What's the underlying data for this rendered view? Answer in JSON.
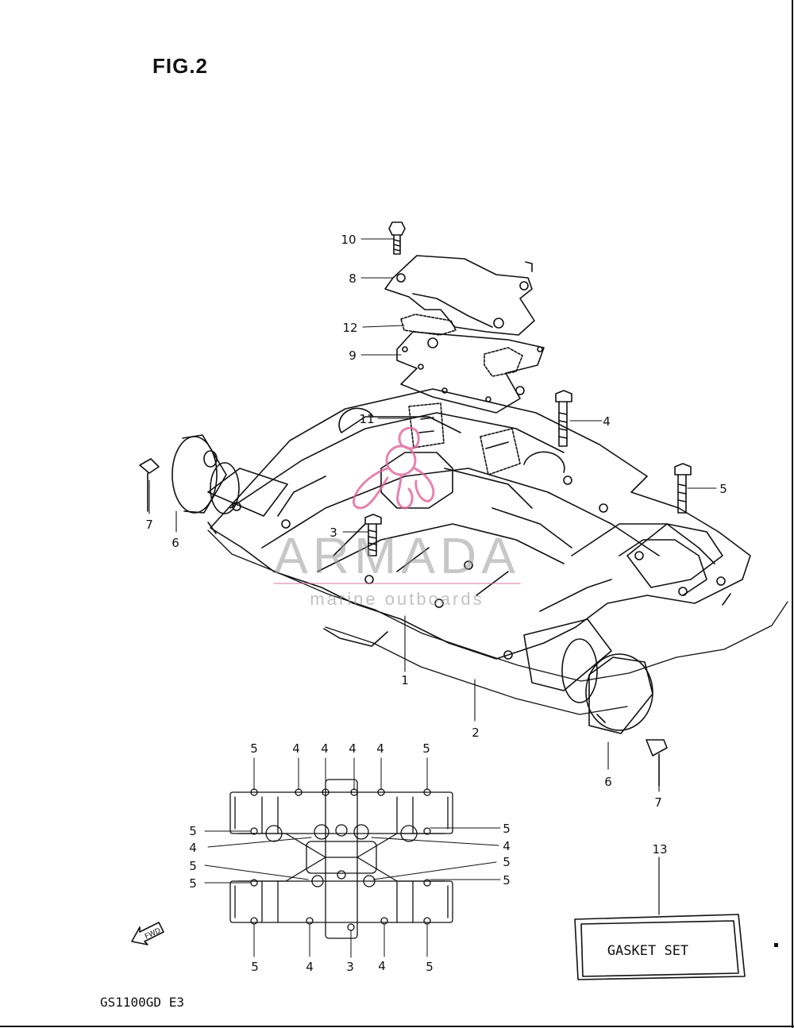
{
  "figure": {
    "title": "FIG.2",
    "model": "GS1100GD E3"
  },
  "watermark": {
    "brand": "ARMADA",
    "tagline": "marine outboards",
    "logo_color": "#e0649a"
  },
  "gasket_set": {
    "number": "13",
    "label": "GASKET SET"
  },
  "fwd_arrow": {
    "label": "FWD"
  },
  "callouts_main": [
    "10",
    "8",
    "12",
    "9",
    "11",
    "4",
    "5",
    "7",
    "6",
    "3",
    "1",
    "2",
    "6",
    "7"
  ],
  "callouts_top_view": [
    "5",
    "4",
    "4",
    "4",
    "4",
    "5",
    "5",
    "4",
    "5",
    "5",
    "5",
    "4",
    "5",
    "5",
    "5",
    "4",
    "3",
    "4",
    "5"
  ]
}
